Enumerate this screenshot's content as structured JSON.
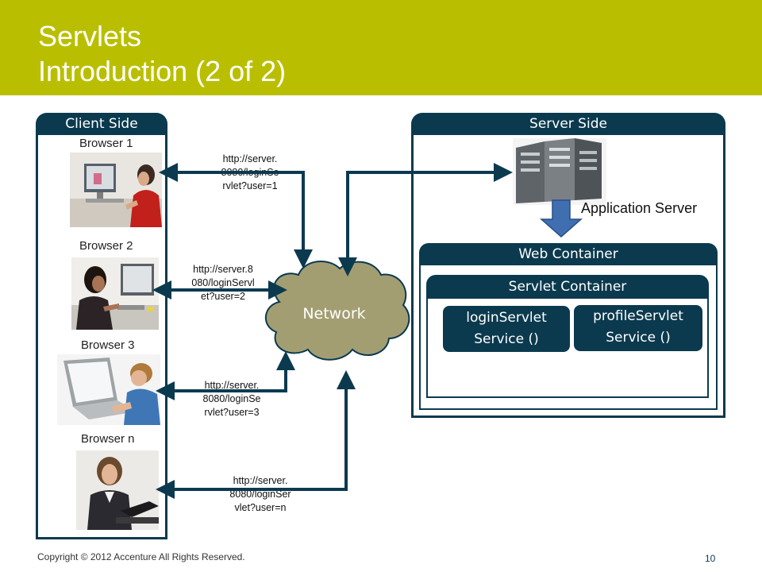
{
  "header": {
    "title_line1": "Servlets",
    "title_line2": "Introduction (2 of 2)"
  },
  "client_side": {
    "title": "Client Side",
    "browsers": [
      {
        "label": "Browser 1",
        "photo": "woman-at-desktop-computer"
      },
      {
        "label": "Browser 2",
        "photo": "woman-typing-at-desk"
      },
      {
        "label": "Browser 3",
        "photo": "boy-using-laptop"
      },
      {
        "label": "Browser n",
        "photo": "businesswoman-with-laptop"
      }
    ]
  },
  "requests": [
    {
      "lines": [
        "http://server.",
        "8080/loginSe",
        "rvlet?user=1"
      ]
    },
    {
      "lines": [
        "http://server.8",
        "080/loginServl",
        "et?user=2"
      ]
    },
    {
      "lines": [
        "http://server.",
        "8080/loginSe",
        "rvlet?user=3"
      ]
    },
    {
      "lines": [
        "http://server.",
        "8080/loginSer",
        "vlet?user=n"
      ]
    }
  ],
  "network": {
    "label": "Network"
  },
  "server_side": {
    "title": "Server Side",
    "application_server_label": "Application Server",
    "server_icon": "server-rack-icon",
    "web_container": {
      "title": "Web Container",
      "servlet_container": {
        "title": "Servlet Container",
        "services": [
          {
            "line1": "loginServlet",
            "line2": "Service ()"
          },
          {
            "line1": "profileServlet",
            "line2": "Service ()"
          }
        ]
      }
    }
  },
  "colors": {
    "banner": "#b9bf00",
    "dark": "#0b3a4f",
    "cloud": "#a39e72",
    "down_arrow": "#3f6fb0"
  },
  "footer": {
    "copyright": "Copyright © 2012 Accenture  All Rights Reserved.",
    "page_number": "10"
  }
}
